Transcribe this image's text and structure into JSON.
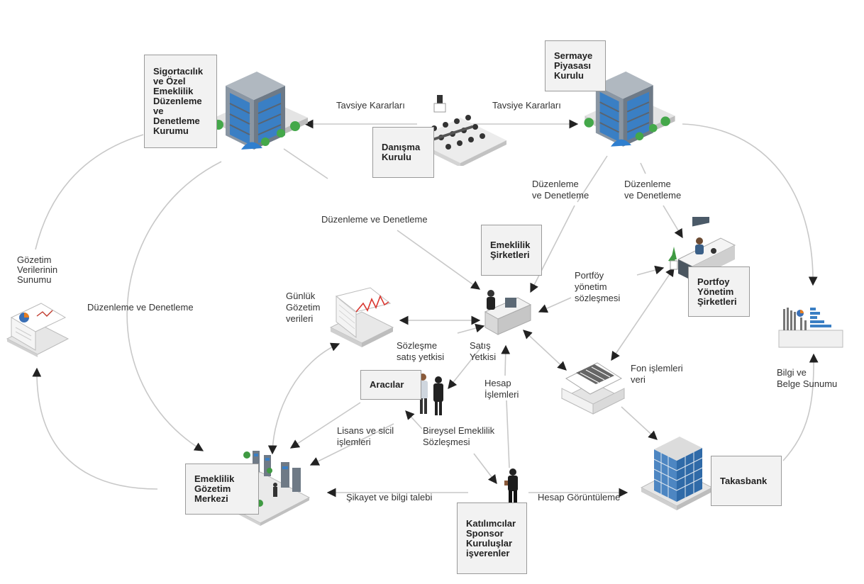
{
  "nodes": {
    "sedk": "Sigortacılık\nve Özel\nEmeklilik\nDüzenleme\nve\nDenetleme\nKurumu",
    "spk": "Sermaye\nPiyasası\nKurulu",
    "danisma": "Danışma\nKurulu",
    "emeklilik_sirketleri": "Emeklilik\nŞirketleri",
    "portfoy": "Portfoy\nYönetim\nŞirketleri",
    "aracilar": "Aracılar",
    "egm": "Emeklilik\nGözetim\nMerkezi",
    "katilimcilar": "Katılımcılar\nSponsor\nKuruluşlar\nişverenler",
    "takasbank": "Takasbank"
  },
  "labels": {
    "tavsiye_left": "Tavsiye Kararları",
    "tavsiye_right": "Tavsiye Kararları",
    "duzenleme_spk_left": "Düzenleme\nve Denetleme",
    "duzenleme_spk_right": "Düzenleme\nve Denetleme",
    "duzenleme_center": "Düzenleme ve Denetleme",
    "duzenleme_left": "Düzenleme ve Denetleme",
    "gozetim_verileri": "Gözetim\nVerilerinin\nSunumu",
    "gunluk": "Günlük\nGözetim\nverileri",
    "portfoy_sozlesme": "Portföy\nyönetim\nsözleşmesi",
    "sozlesme_satis": "Sözleşme\nsatış yetkisi",
    "satis_yetkisi": "Satış\nYetkisi",
    "hesap_islemleri": "Hesap\nİşlemleri",
    "fon_islemleri": "Fon işlemleri\nveri",
    "bilgi_belge": "Bilgi ve\nBelge Sunumu",
    "lisans": "Lisans ve sicil\nişlemleri",
    "bireysel": "Bireysel Emeklilik\nSözleşmesi",
    "sikayet": "Şikayet ve bilgi talebi",
    "hesap_goruntuleme": "Hesap Görüntüleme"
  },
  "colors": {
    "box_fill": "#f2f2f2",
    "box_border": "#9a9a9a",
    "line": "#c8c8c8",
    "arrow": "#222222",
    "glass_blue": "#3a7fc4"
  },
  "icons": {
    "sedk": "office-building-icon",
    "spk": "office-building-icon",
    "danisma": "conference-room-icon",
    "emeklilik_sirketleri": "office-worker-desk-icon",
    "portfoy": "reception-desk-icon",
    "gunluk": "chart-document-icon",
    "gozetim": "report-stack-icon",
    "fon": "document-stack-icon",
    "bilgi": "bar-report-icon",
    "aracilar": "handshake-people-icon",
    "katilimcilar": "businessman-icon",
    "takasbank": "glass-tower-icon",
    "egm": "office-floor-icon"
  }
}
